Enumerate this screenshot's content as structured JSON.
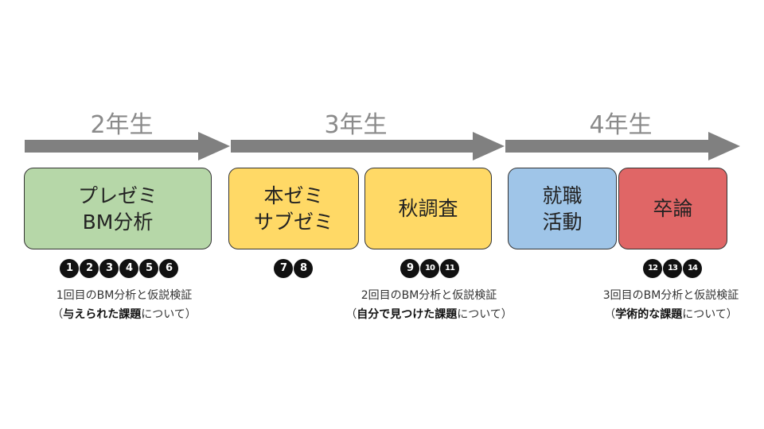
{
  "years": [
    {
      "label": "2年生"
    },
    {
      "label": "3年生"
    },
    {
      "label": "4年生"
    }
  ],
  "boxes": [
    {
      "line1": "プレゼミ",
      "line2": "BM分析",
      "color": "#b6d7a8"
    },
    {
      "line1": "本ゼミ",
      "line2": "サブゼミ",
      "color": "#ffd966"
    },
    {
      "line1": "秋調査",
      "line2": "",
      "color": "#ffd966"
    },
    {
      "line1": "就職",
      "line2": "活動",
      "color": "#9fc5e8"
    },
    {
      "line1": "卒論",
      "line2": "",
      "color": "#e06666"
    }
  ],
  "number_groups": [
    [
      "1",
      "2",
      "3",
      "4",
      "5",
      "6"
    ],
    [
      "7",
      "8"
    ],
    [
      "9",
      "10",
      "11"
    ],
    [
      "12",
      "13",
      "14"
    ]
  ],
  "notes": [
    {
      "line1": "1回目のBM分析と仮説検証",
      "open": "（",
      "bold": "与えられた課題",
      "rest": "について）"
    },
    {
      "line1": "2回目のBM分析と仮説検証",
      "open": "（",
      "bold": "自分で見つけた課題",
      "rest": "について）"
    },
    {
      "line1": "3回目のBM分析と仮説検証",
      "open": "（",
      "bold": "学術的な課題",
      "rest": "について）"
    }
  ],
  "colors": {
    "arrow": "#808080",
    "year_text": "#8a8a8a"
  }
}
